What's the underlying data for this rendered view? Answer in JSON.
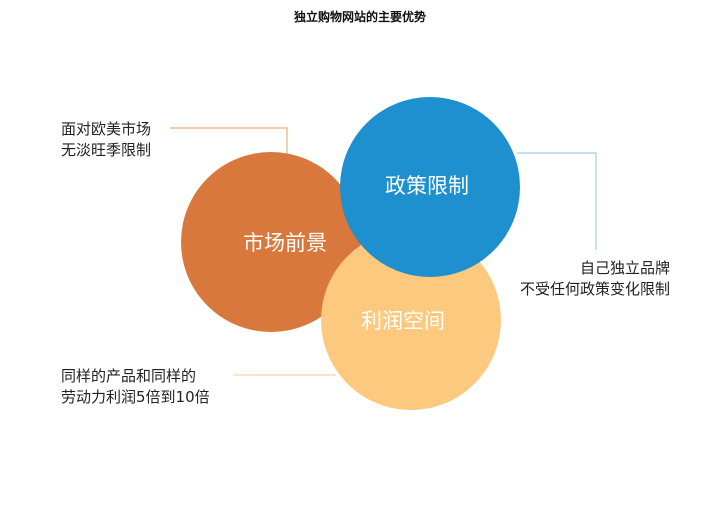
{
  "title": "独立购物网站的主要优势",
  "colors": {
    "orange": "#D9783C",
    "blue": "#1E8FCF",
    "peach": "#FCC97F",
    "orange_line": "#E7B27E",
    "blue_line": "#9FCFEA",
    "peach_line": "#F6D7A2"
  },
  "circles": {
    "market": {
      "label": "市场前景"
    },
    "policy": {
      "label": "政策限制"
    },
    "profit": {
      "label": "利润空间"
    }
  },
  "annotations": {
    "top_left": {
      "line1": "面对欧美市场",
      "line2": "无淡旺季限制"
    },
    "right": {
      "line1": "自己独立品牌",
      "line2": "不受任何政策变化限制"
    },
    "bottom_left": {
      "line1": "同样的产品和同样的",
      "line2": "劳动力利润5倍到10倍"
    }
  }
}
